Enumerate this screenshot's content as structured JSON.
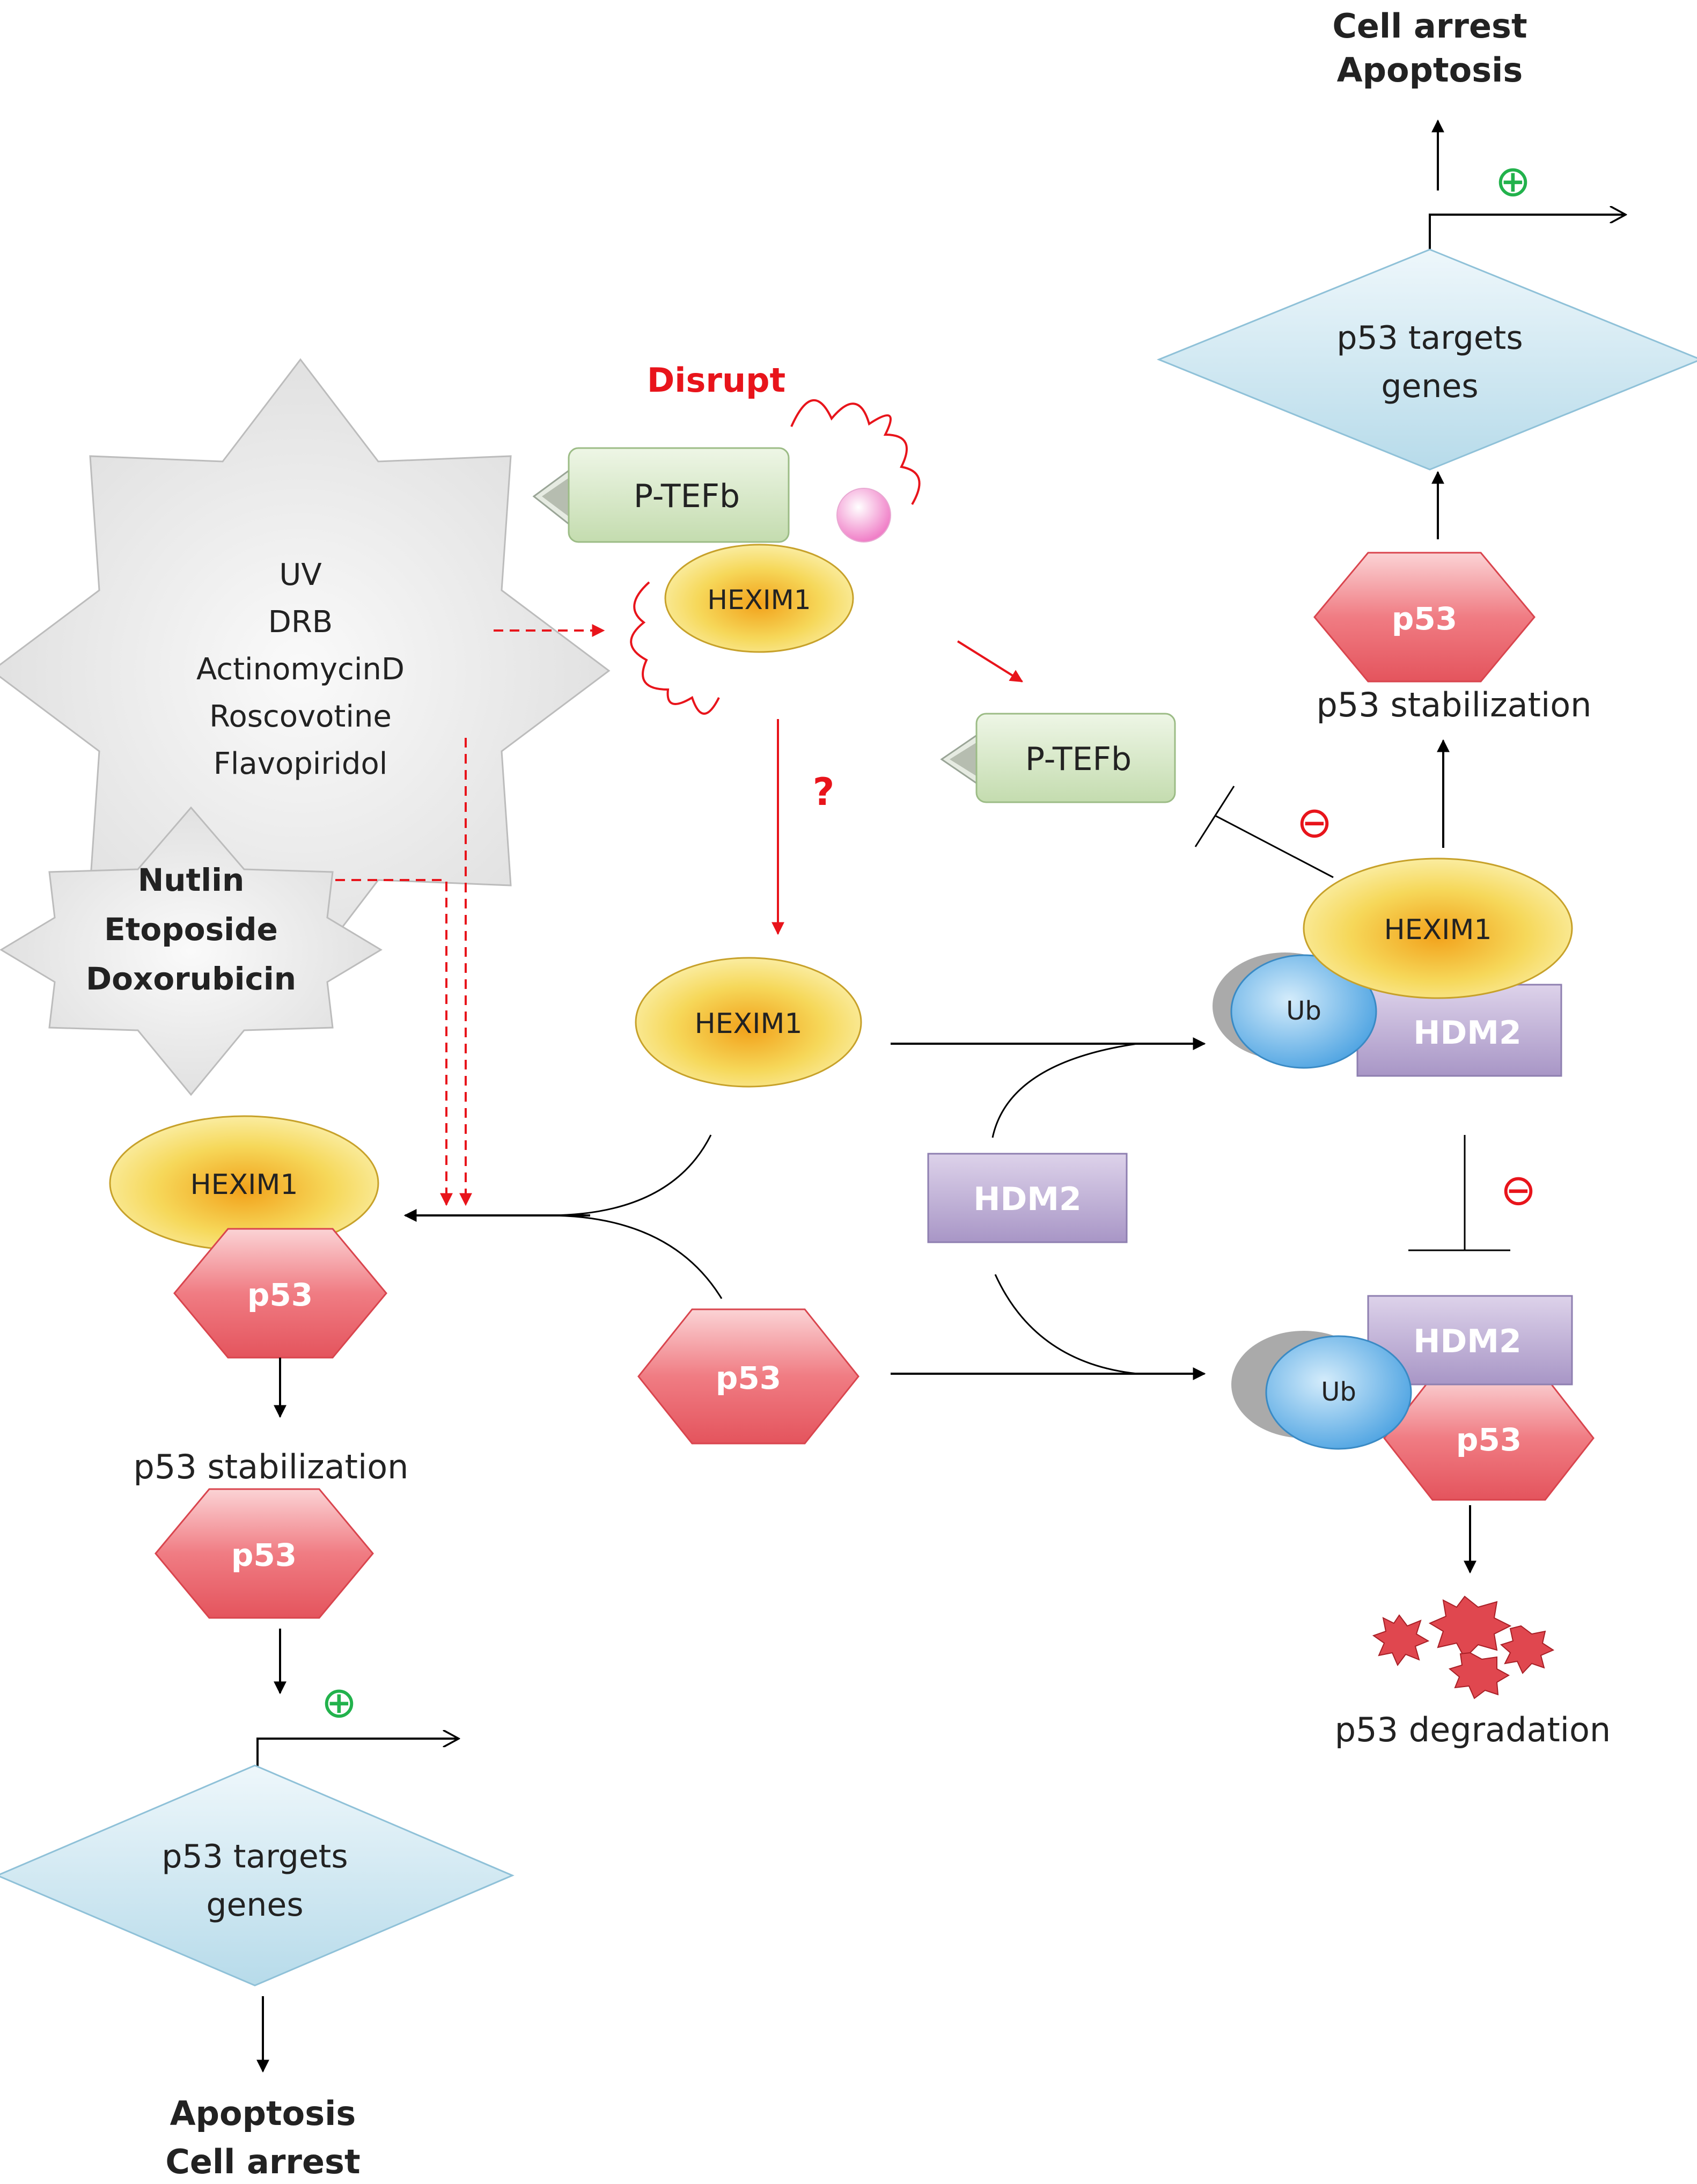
{
  "stimuli_group_1": [
    "UV",
    "DRB",
    "ActinomycinD",
    "Roscovotine",
    "Flavopiridol"
  ],
  "stimuli_group_2": [
    "Nutlin",
    "Etoposide",
    "Doxorubicin"
  ],
  "labels": {
    "disrupt": "Disrupt",
    "question": "?",
    "ptefb": "P-TEFb",
    "hexim1": "HEXIM1",
    "hdm2": "HDM2",
    "ub": "Ub",
    "p53": "p53",
    "p53_stabilization": "p53 stabilization",
    "p53_degradation": "p53 degradation",
    "targets_line1": "p53 targets",
    "targets_line2": "genes",
    "right_outcome_line1": "Cell arrest",
    "right_outcome_line2": "Apoptosis",
    "left_outcome_line1": "Apoptosis",
    "left_outcome_line2": "Cell arrest",
    "plus": "⊕",
    "minus": "⊖"
  },
  "colors": {
    "red": "#e8141b",
    "green": "#22b24c",
    "black": "#000000",
    "p53_fill": "#f3868c",
    "hexim_fill": "#f4d04a",
    "hdm2_fill": "#b3a2cc",
    "ub_fill": "#6fb7ea",
    "ptefb_fill": "#d5e6c6",
    "diamond_fill": "#cde5f0"
  }
}
